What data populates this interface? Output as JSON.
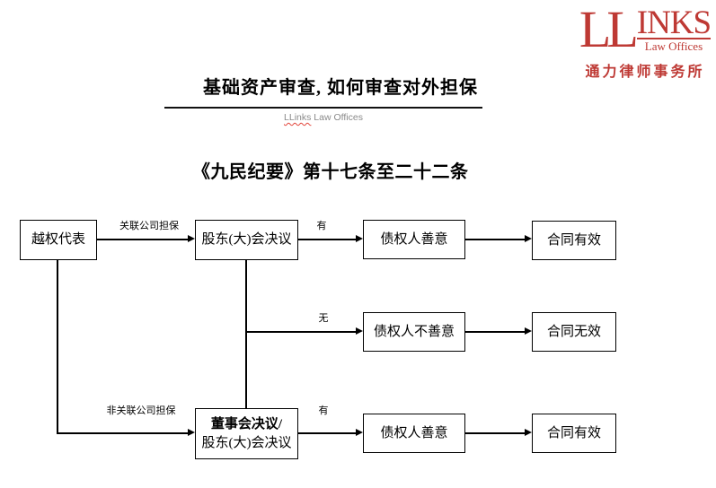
{
  "slide": {
    "title": "基础资产审查, 如何审查对外担保",
    "subtitle_brand": "LLinks",
    "subtitle_rest": " Law Offices",
    "heading": "《九民纪要》第十七条至二十二条"
  },
  "logo": {
    "ll": "LL",
    "inks": "INKS",
    "law_offices": "Law Offices",
    "chinese_name": "通力律师事务所",
    "brand_color": "#BE3934"
  },
  "flowchart": {
    "nodes": [
      {
        "id": "ultra-vires-representation",
        "label": "越权代表"
      },
      {
        "id": "shareholders-meeting-resolution",
        "label": "股东(大)会决议"
      },
      {
        "id": "creditor-good-faith-1",
        "label": "债权人善意"
      },
      {
        "id": "contract-valid-1",
        "label": "合同有效"
      },
      {
        "id": "creditor-bad-faith",
        "label": "债权人不善意"
      },
      {
        "id": "contract-invalid",
        "label": "合同无效"
      },
      {
        "id": "board-or-shareholders-resolution",
        "line1": "董事会决议/",
        "line2": "股东(大)会决议"
      },
      {
        "id": "creditor-good-faith-2",
        "label": "债权人善意"
      },
      {
        "id": "contract-valid-2",
        "label": "合同有效"
      }
    ],
    "edge_labels": {
      "related_company_guarantee": "关联公司担保",
      "has_resolution_1": "有",
      "no_resolution": "无",
      "unrelated_company_guarantee": "非关联公司担保",
      "has_resolution_2": "有"
    }
  }
}
